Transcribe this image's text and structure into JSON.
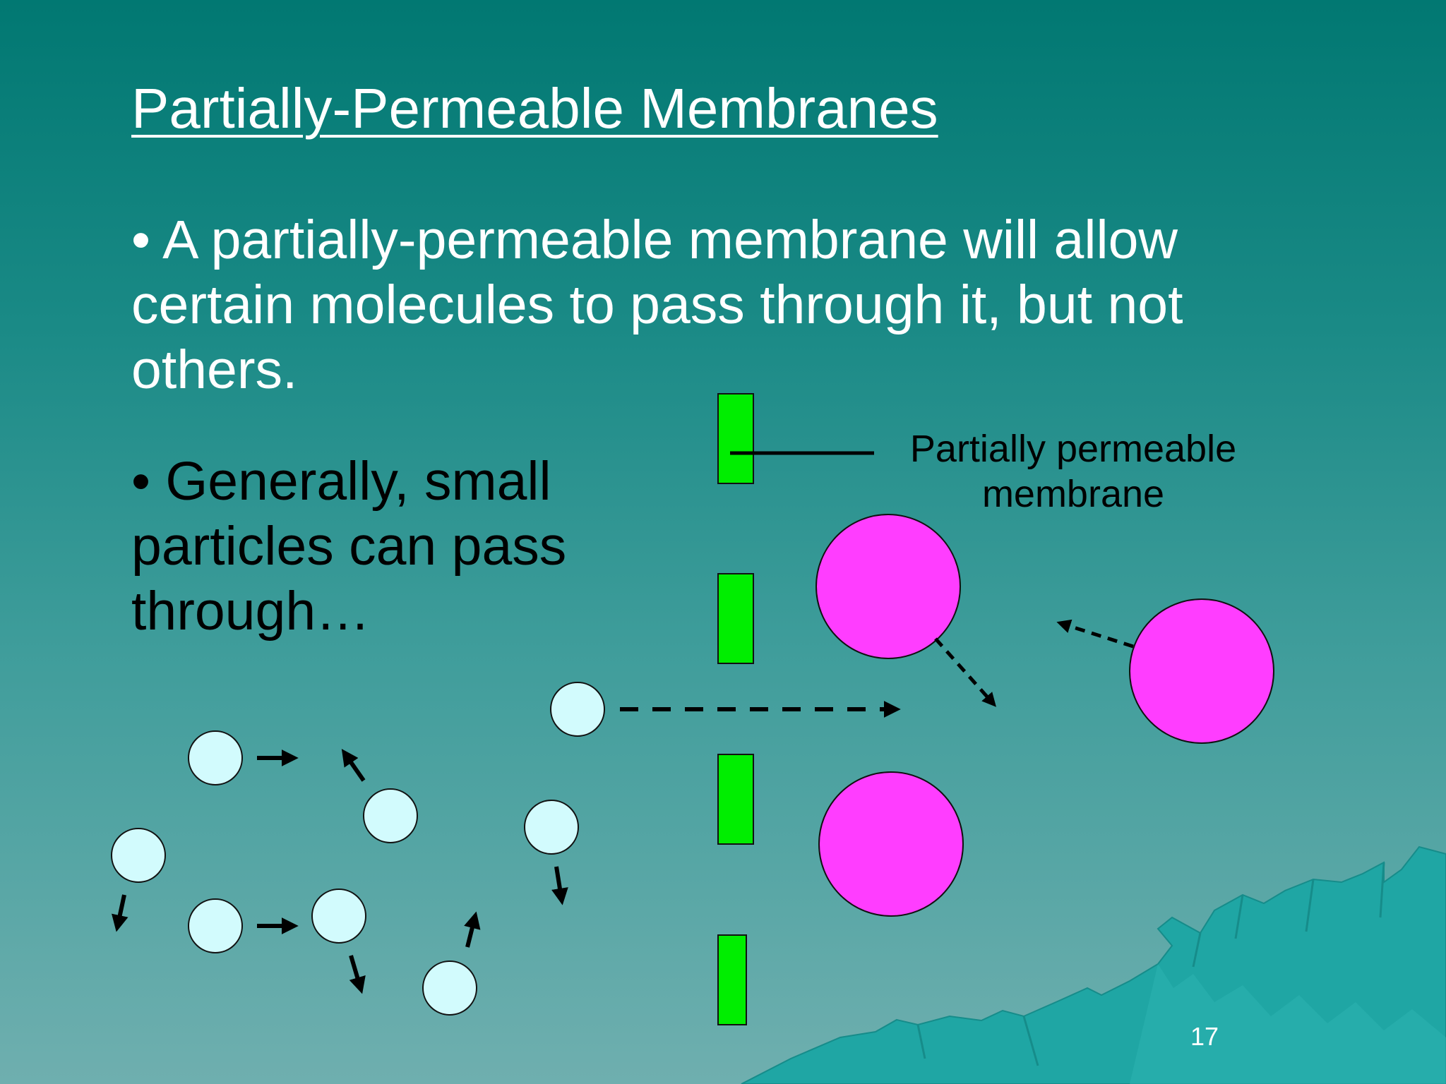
{
  "slide": {
    "title": "Partially-Permeable Membranes",
    "bullet_1": "• A partially-permeable membrane will allow certain molecules to pass through it, but not others.",
    "bullet_2": "• Generally, small particles can pass through…",
    "page_number": "17"
  },
  "diagram": {
    "membrane_label": "Partially permeable membrane",
    "membrane_color": "#00ee00",
    "small_particle_color": "#d2fbfd",
    "large_particle_color": "#ff3dff",
    "background_mountain_color": "#23aaa8",
    "large_particles_cross_membrane": false,
    "small_particles_cross_membrane": true
  }
}
